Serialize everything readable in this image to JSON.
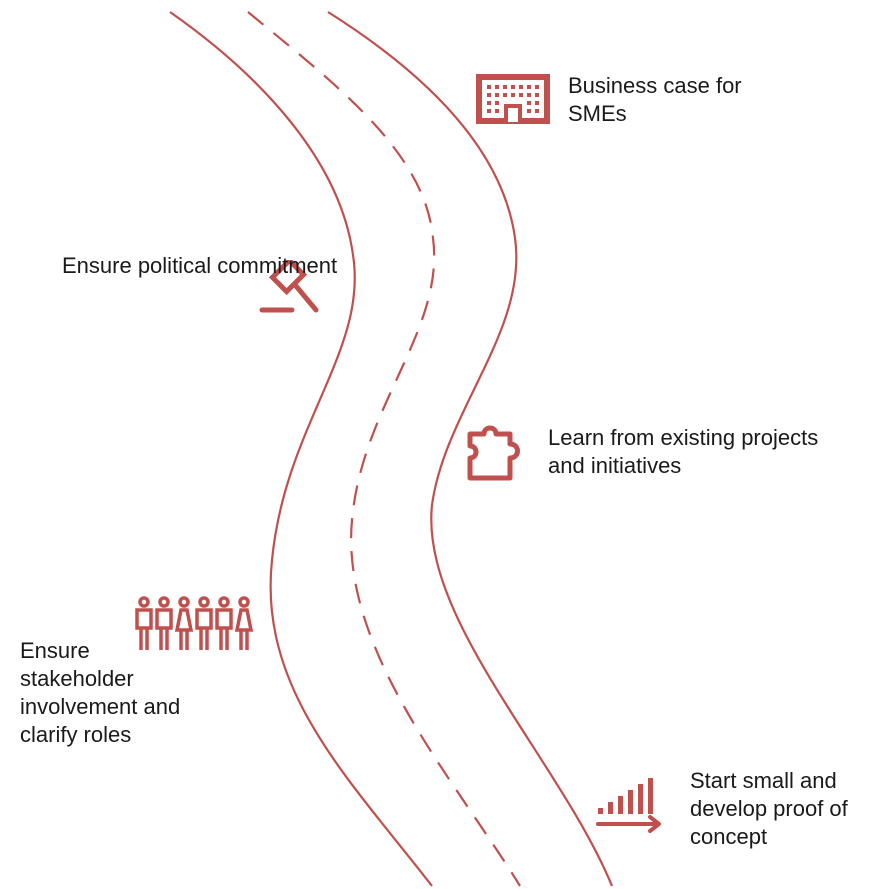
{
  "colors": {
    "accent": "#c0504d",
    "text": "#1a1a1a",
    "background": "#ffffff"
  },
  "steps": {
    "business_case": {
      "label": "Business case for\nSMEs",
      "icon": "building-icon"
    },
    "political": {
      "label": "Ensure political commitment",
      "icon": "gavel-icon"
    },
    "learn": {
      "label": "Learn from existing projects\nand initiatives",
      "icon": "puzzle-piece-icon"
    },
    "stakeholder": {
      "label": "Ensure\nstakeholder\ninvolvement and\nclarify roles",
      "icon": "people-group-icon"
    },
    "start_small": {
      "label": "Start small and\ndevelop proof of\nconcept",
      "icon": "growth-chart-icon"
    }
  }
}
